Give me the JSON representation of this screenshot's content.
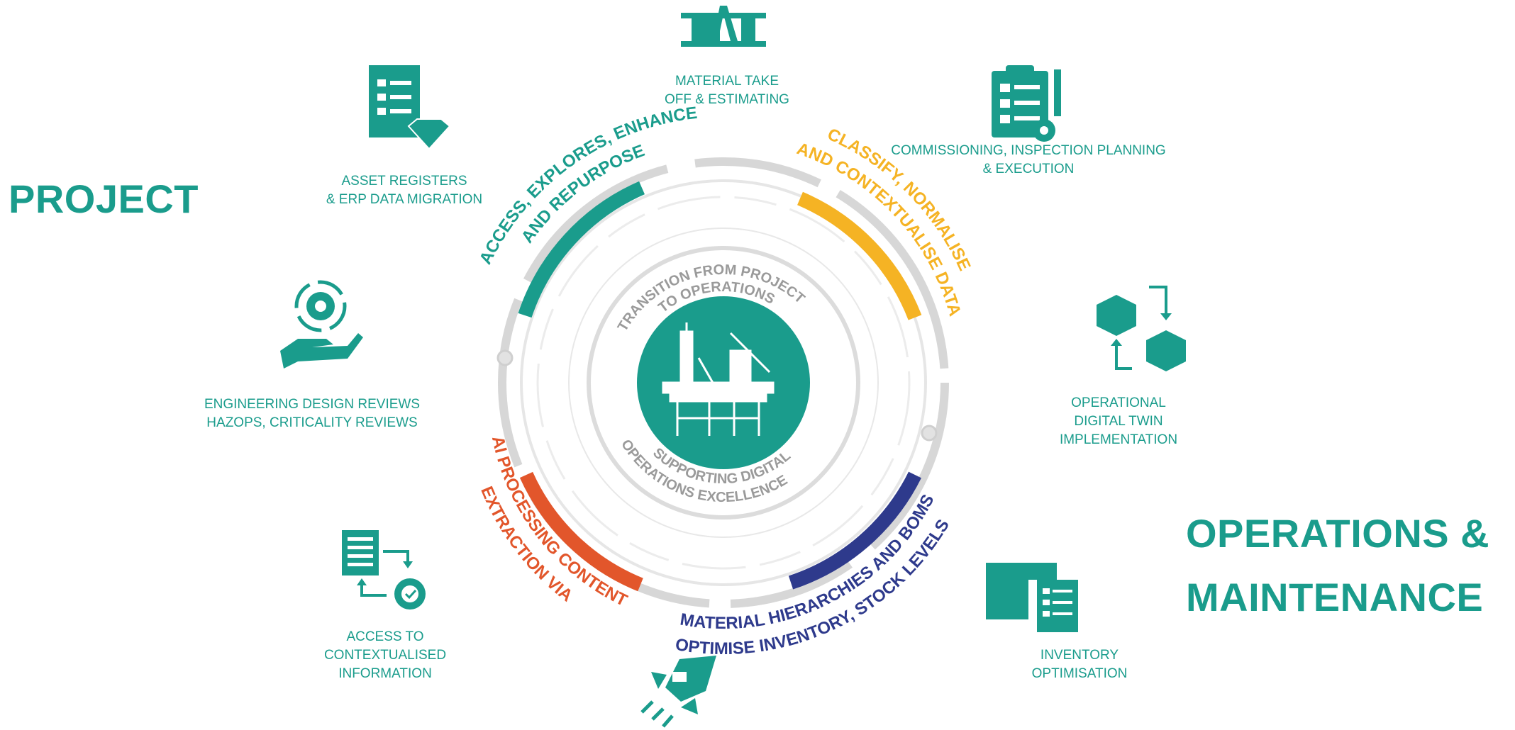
{
  "headings": {
    "project": "PROJECT",
    "operations_line1": "OPERATIONS &",
    "operations_line2": "MAINTENANCE"
  },
  "activities": {
    "material_takeoff": [
      "MATERIAL TAKE",
      "OFF & ESTIMATING"
    ],
    "commissioning": [
      "COMMISSIONING, INSPECTION PLANNING",
      "& EXECUTION"
    ],
    "asset_registers": [
      "ASSET REGISTERS",
      "& ERP DATA MIGRATION"
    ],
    "engineering_reviews": [
      "ENGINEERING DESIGN REVIEWS",
      "HAZOPS, CRITICALITY REVIEWS"
    ],
    "digital_twin": [
      "OPERATIONAL",
      "DIGITAL TWIN",
      "IMPLEMENTATION"
    ],
    "contextualised_info": [
      "ACCESS TO",
      "CONTEXTUALISED",
      "INFORMATION"
    ],
    "inventory": [
      "INVENTORY",
      "OPTIMISATION"
    ]
  },
  "ring_segments": {
    "access": {
      "line1": "ACCESS, EXPLORES, ENHANCE",
      "line2": "AND REPURPOSE",
      "color": "#1a9c8c"
    },
    "classify": {
      "line1": "CLASSIFY, NORMALISE",
      "line2": "AND CONTEXTUALISE DATA",
      "color": "#f5b324"
    },
    "material": {
      "line1": "MATERIAL HIERARCHIES AND BOMS",
      "line2": "OPTIMISE INVENTORY, STOCK LEVELS",
      "color": "#2e3a8c"
    },
    "ai": {
      "line1": "AI PROCESSING CONTENT",
      "line2": "EXTRACTION VIA",
      "color": "#e2562b"
    }
  },
  "inner_ring": {
    "top_line1": "TRANSITION FROM PROJECT",
    "top_line2": "TO OPERATIONS",
    "bottom_line1": "SUPPORTING DIGITAL",
    "bottom_line2": "OPERATIONS EXCELLENCE"
  },
  "icons": [
    "beam-icon",
    "clipboard-gear-icon",
    "document-diamond-icon",
    "hand-gear-icon",
    "cubes-exchange-icon",
    "document-gear-icon",
    "inventory-boxes-icon",
    "rocket-icon",
    "offshore-platform-icon"
  ],
  "colors": {
    "teal": "#1a9c8c",
    "yellow": "#f5b324",
    "navy": "#2e3a8c",
    "orange": "#e2562b",
    "grey": "#d7d7d7"
  }
}
